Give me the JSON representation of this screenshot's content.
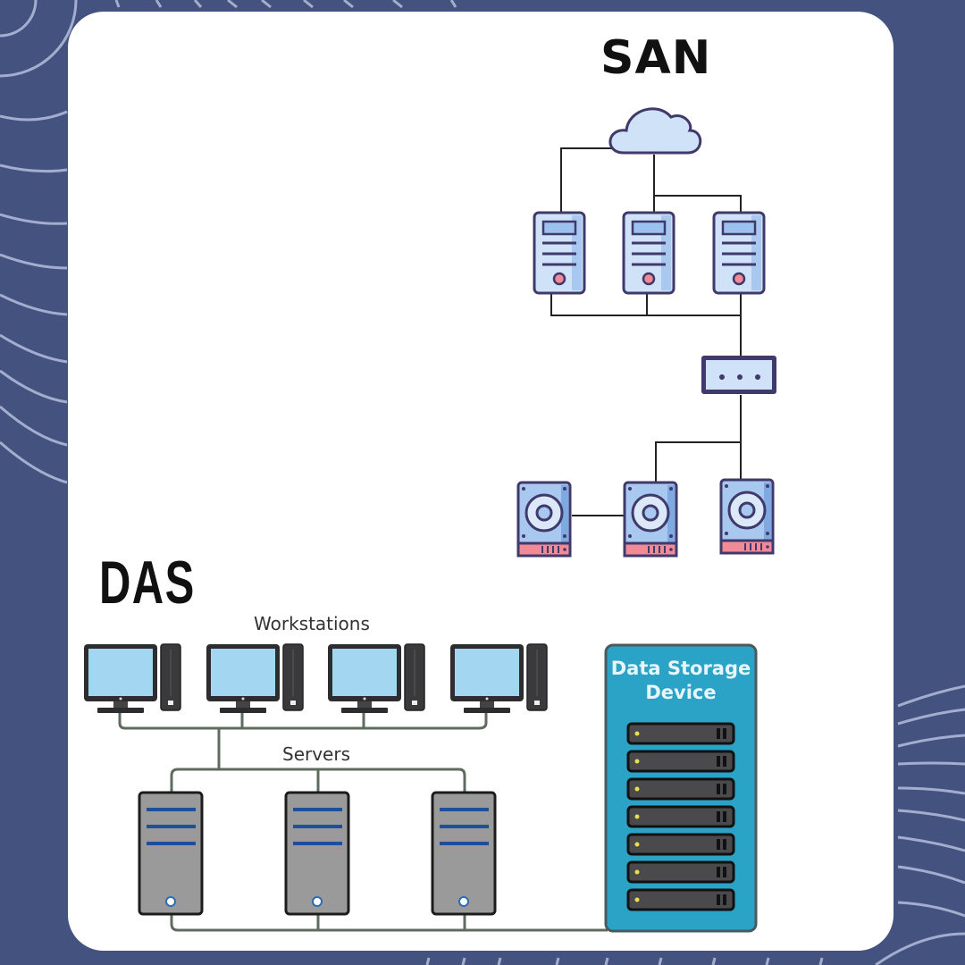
{
  "san": {
    "title": "SAN",
    "components": {
      "cloud": "cloud-icon",
      "servers": [
        "server-icon",
        "server-icon",
        "server-icon"
      ],
      "switch": "switch-icon",
      "storage_drives": [
        "hard-drive-icon",
        "hard-drive-icon",
        "hard-drive-icon"
      ]
    }
  },
  "das": {
    "title": "DAS",
    "workstations_label": "Workstations",
    "servers_label": "Servers",
    "storage_label_line1": "Data Storage",
    "storage_label_line2": "Device",
    "workstation_count": 4,
    "server_count": 3,
    "storage_bay_count": 7
  },
  "colors": {
    "background": "#43527f",
    "card": "#ffffff",
    "san_device_fill": "#cfe2f7",
    "san_outline": "#3f3a6b",
    "san_accent": "#f08a96",
    "das_monitor_screen": "#a3d6f0",
    "das_server_body": "#9a9a9a",
    "das_server_stripe": "#1f4f9a",
    "das_storage_body": "#2aa3c6",
    "das_bay": "#4a4a4c",
    "das_led": "#e8e04a",
    "das_cable": "#5f6b5f"
  }
}
